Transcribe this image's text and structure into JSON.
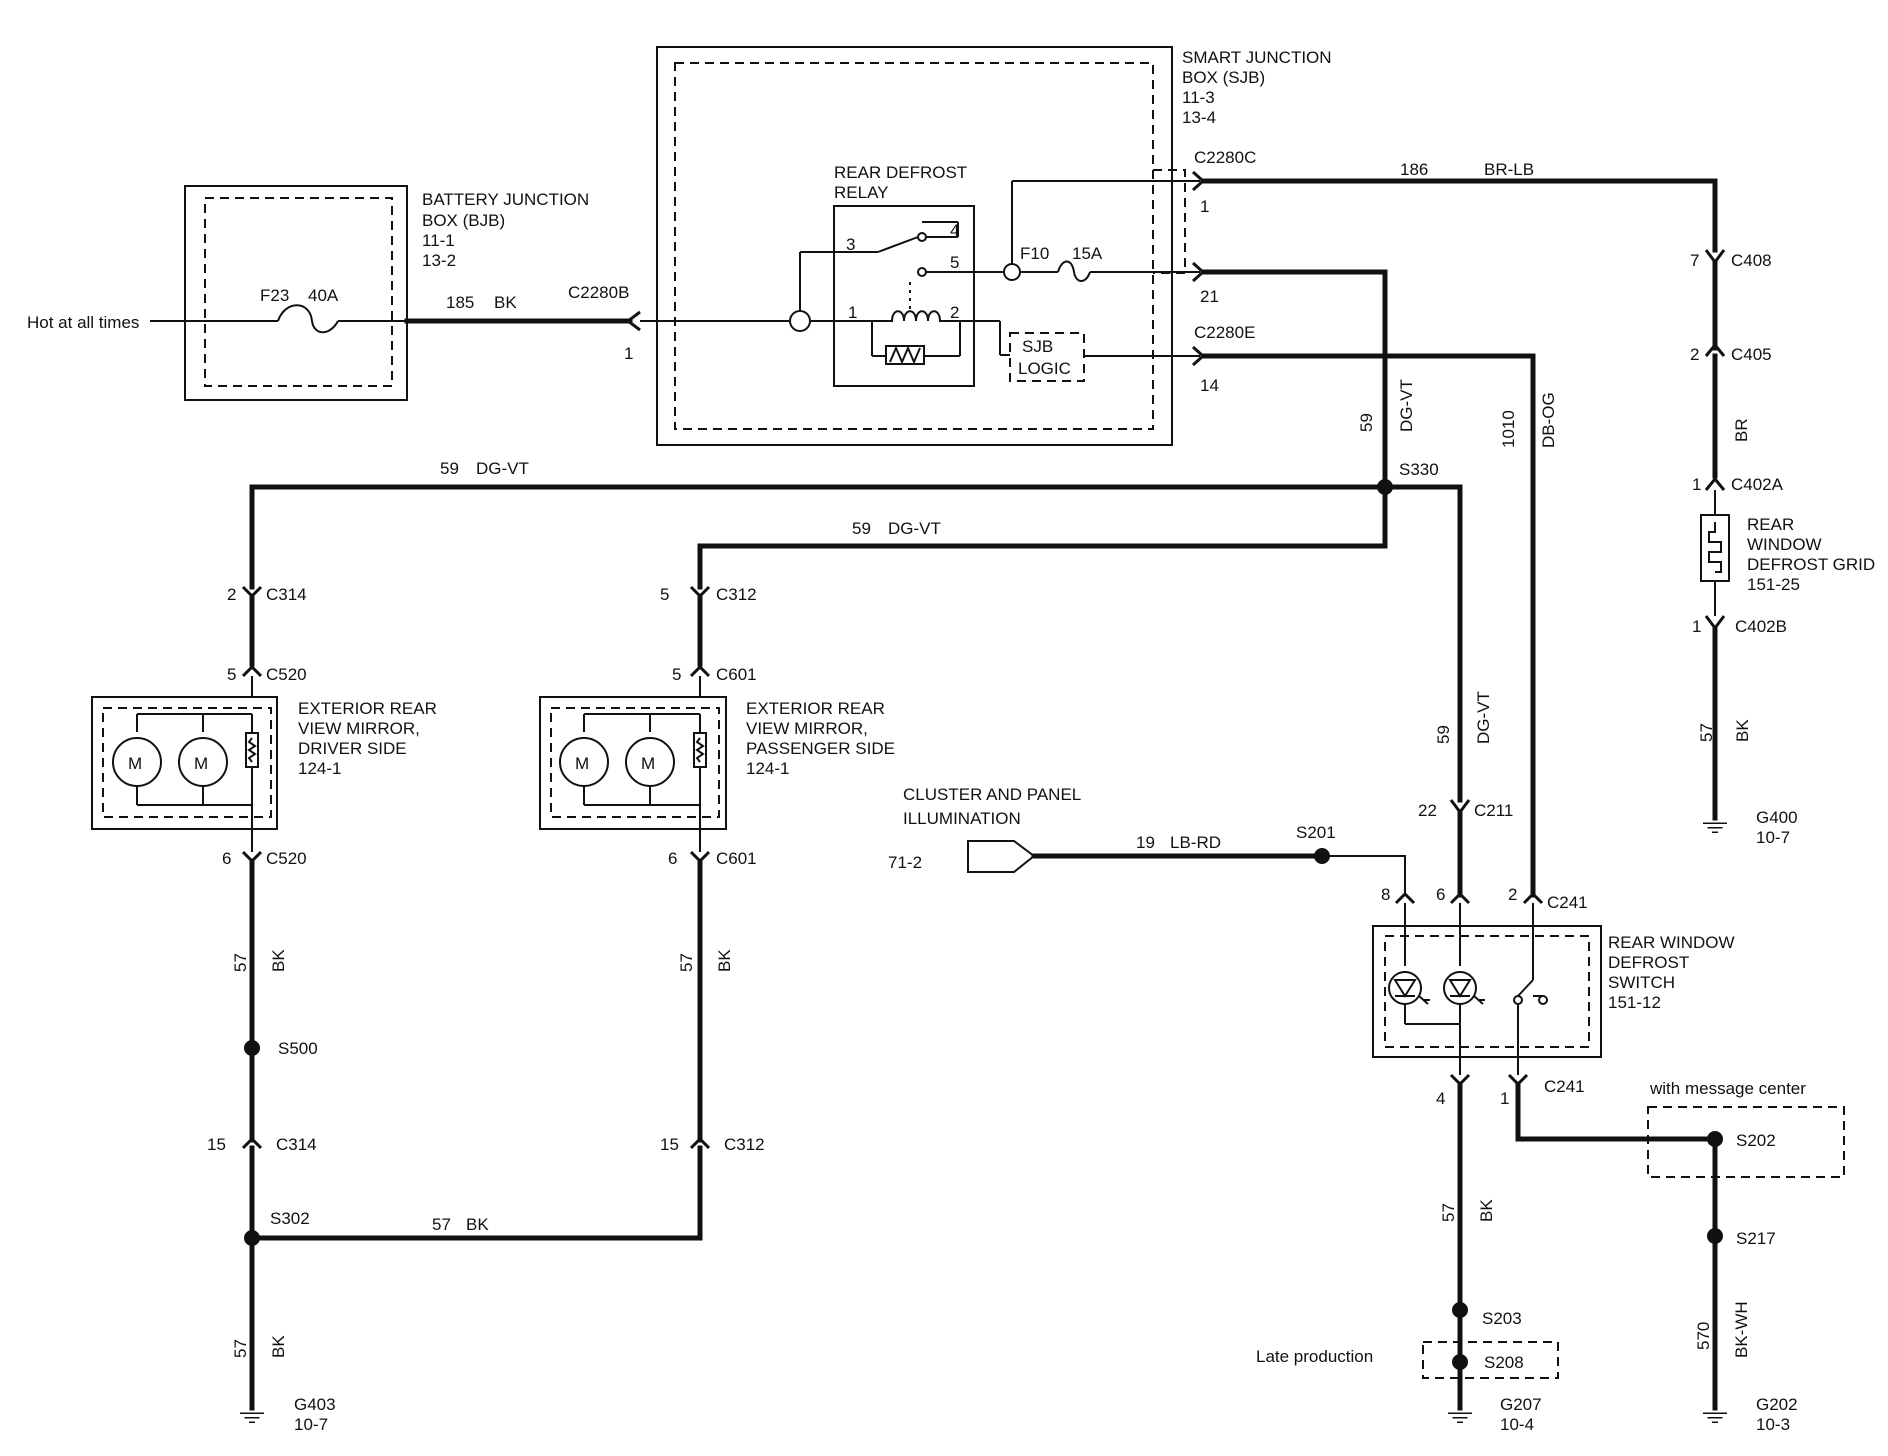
{
  "battery_junction_box": {
    "name_line1": "BATTERY JUNCTION",
    "name_line2": "BOX (BJB)",
    "ref1": "11-1",
    "ref2": "13-2",
    "fuse": "F23",
    "fuse_rating": "40A",
    "feed_label": "Hot at all times"
  },
  "smart_junction_box": {
    "name_line1": "SMART JUNCTION",
    "name_line2": "BOX (SJB)",
    "ref1": "11-3",
    "ref2": "13-4",
    "relay_line1": "REAR DEFROST",
    "relay_line2": "RELAY",
    "relay_pins": [
      "1",
      "2",
      "3",
      "4",
      "5"
    ],
    "fuse": "F10",
    "fuse_rating": "15A",
    "logic_line1": "SJB",
    "logic_line2": "LOGIC",
    "connectors": {
      "c2280b": "C2280B",
      "c2280c": "C2280C",
      "c2280e": "C2280E"
    },
    "pins": {
      "c2280b": "1",
      "c2280c": "1",
      "f10_out": "21",
      "c2280e": "14"
    }
  },
  "wires": {
    "w185": {
      "num": "185",
      "color": "BK"
    },
    "w186": {
      "num": "186",
      "color": "BR-LB"
    },
    "w59": {
      "num": "59",
      "color": "DG-VT"
    },
    "w1010": {
      "num": "1010",
      "color": "DB-OG"
    },
    "w57": {
      "num": "57",
      "color": "BK"
    },
    "w19": {
      "num": "19",
      "color": "LB-RD"
    },
    "w570": {
      "num": "570",
      "color": "BK-WH"
    },
    "br": "BR"
  },
  "connectors": {
    "c408": {
      "name": "C408",
      "pin": "7"
    },
    "c405": {
      "name": "C405",
      "pin": "2"
    },
    "c402a": {
      "name": "C402A",
      "pin": "1"
    },
    "c402b": {
      "name": "C402B",
      "pin": "1"
    },
    "c314_top": {
      "name": "C314",
      "pin": "2"
    },
    "c520_top": {
      "name": "C520",
      "pin": "5"
    },
    "c520_bot": {
      "name": "C520",
      "pin": "6"
    },
    "c314_bot": {
      "name": "C314",
      "pin": "15"
    },
    "c312_top": {
      "name": "C312",
      "pin": "5"
    },
    "c601_top": {
      "name": "C601",
      "pin": "5"
    },
    "c601_bot": {
      "name": "C601",
      "pin": "6"
    },
    "c312_bot": {
      "name": "C312",
      "pin": "15"
    },
    "c211": {
      "name": "C211",
      "pin": "22"
    },
    "c241_top": {
      "name": "C241",
      "pins": [
        "8",
        "6",
        "2"
      ]
    },
    "c241_bot": {
      "name": "C241",
      "pins": [
        "4",
        "1"
      ]
    }
  },
  "splices": {
    "s330": "S330",
    "s201": "S201",
    "s500": "S500",
    "s302": "S302",
    "s203": "S203",
    "s208": "S208",
    "s202": "S202",
    "s217": "S217"
  },
  "grounds": {
    "g400": {
      "name": "G400",
      "ref": "10-7"
    },
    "g403": {
      "name": "G403",
      "ref": "10-7"
    },
    "g207": {
      "name": "G207",
      "ref": "10-4"
    },
    "g202": {
      "name": "G202",
      "ref": "10-3"
    }
  },
  "components": {
    "defrost_grid": {
      "line1": "REAR",
      "line2": "WINDOW",
      "line3": "DEFROST GRID",
      "ref": "151-25"
    },
    "mirror_driver": {
      "line1": "EXTERIOR REAR",
      "line2": "VIEW MIRROR,",
      "line3": "DRIVER SIDE",
      "ref": "124-1"
    },
    "mirror_passenger": {
      "line1": "EXTERIOR REAR",
      "line2": "VIEW MIRROR,",
      "line3": "PASSENGER SIDE",
      "ref": "124-1"
    },
    "defrost_switch": {
      "line1": "REAR WINDOW",
      "line2": "DEFROST",
      "line3": "SWITCH",
      "ref": "151-12"
    },
    "cluster": {
      "line1": "CLUSTER AND PANEL",
      "line2": "ILLUMINATION",
      "ref": "71-2"
    },
    "motor_label": "M"
  },
  "notes": {
    "message_center": "with message center",
    "late_production": "Late production"
  }
}
